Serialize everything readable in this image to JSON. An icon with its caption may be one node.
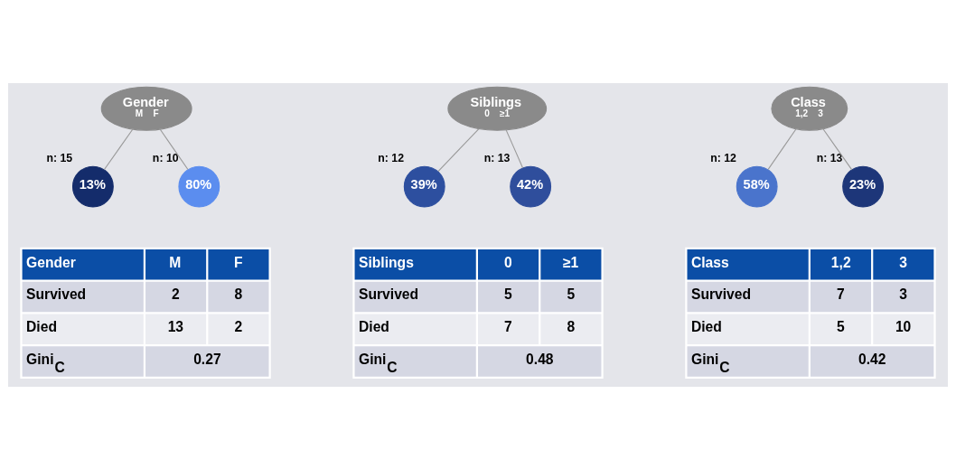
{
  "diagram": {
    "nodes": [
      {
        "text": [
          "Gender",
          "M",
          "F"
        ]
      },
      {
        "text": [
          "13%"
        ],
        "beside": [
          "n: 15"
        ]
      },
      {
        "text": [
          "80%"
        ],
        "beside": [
          "n: 10"
        ]
      },
      {
        "text": [
          "Siblings",
          "0",
          "≥1"
        ]
      },
      {
        "text": [
          "39%"
        ],
        "beside": [
          "n: 12"
        ]
      },
      {
        "text": [
          "42%"
        ],
        "beside": [
          "n: 13"
        ]
      },
      {
        "text": [
          "Class",
          "1,2",
          "3"
        ]
      },
      {
        "text": [
          "58%"
        ],
        "beside": [
          "n: 12"
        ]
      },
      {
        "text": [
          "23%"
        ],
        "beside": [
          "n: 13"
        ]
      }
    ],
    "edges": [
      {
        "from": 0,
        "to": 1,
        "arrow": "none"
      },
      {
        "from": 0,
        "to": 2,
        "arrow": "none"
      },
      {
        "from": 3,
        "to": 4,
        "arrow": "none"
      },
      {
        "from": 3,
        "to": 5,
        "arrow": "none"
      },
      {
        "from": 6,
        "to": 7,
        "arrow": "none"
      },
      {
        "from": 6,
        "to": 8,
        "arrow": "none"
      }
    ],
    "labels": [
      "Gender",
      "M",
      "F",
      "Survived",
      "2",
      "8",
      "Died",
      "13",
      "2",
      "Gini$_{C}$",
      "0.27",
      "Siblings",
      "0",
      "≥1",
      "Survived",
      "5",
      "5",
      "Died",
      "7",
      "8",
      "Gini$_{C}$",
      "0.48",
      "Class",
      "1,2",
      "3",
      "Survived",
      "7",
      "3",
      "Died",
      "5",
      "10",
      "Gini$_{C}$",
      "0.42"
    ]
  }
}
